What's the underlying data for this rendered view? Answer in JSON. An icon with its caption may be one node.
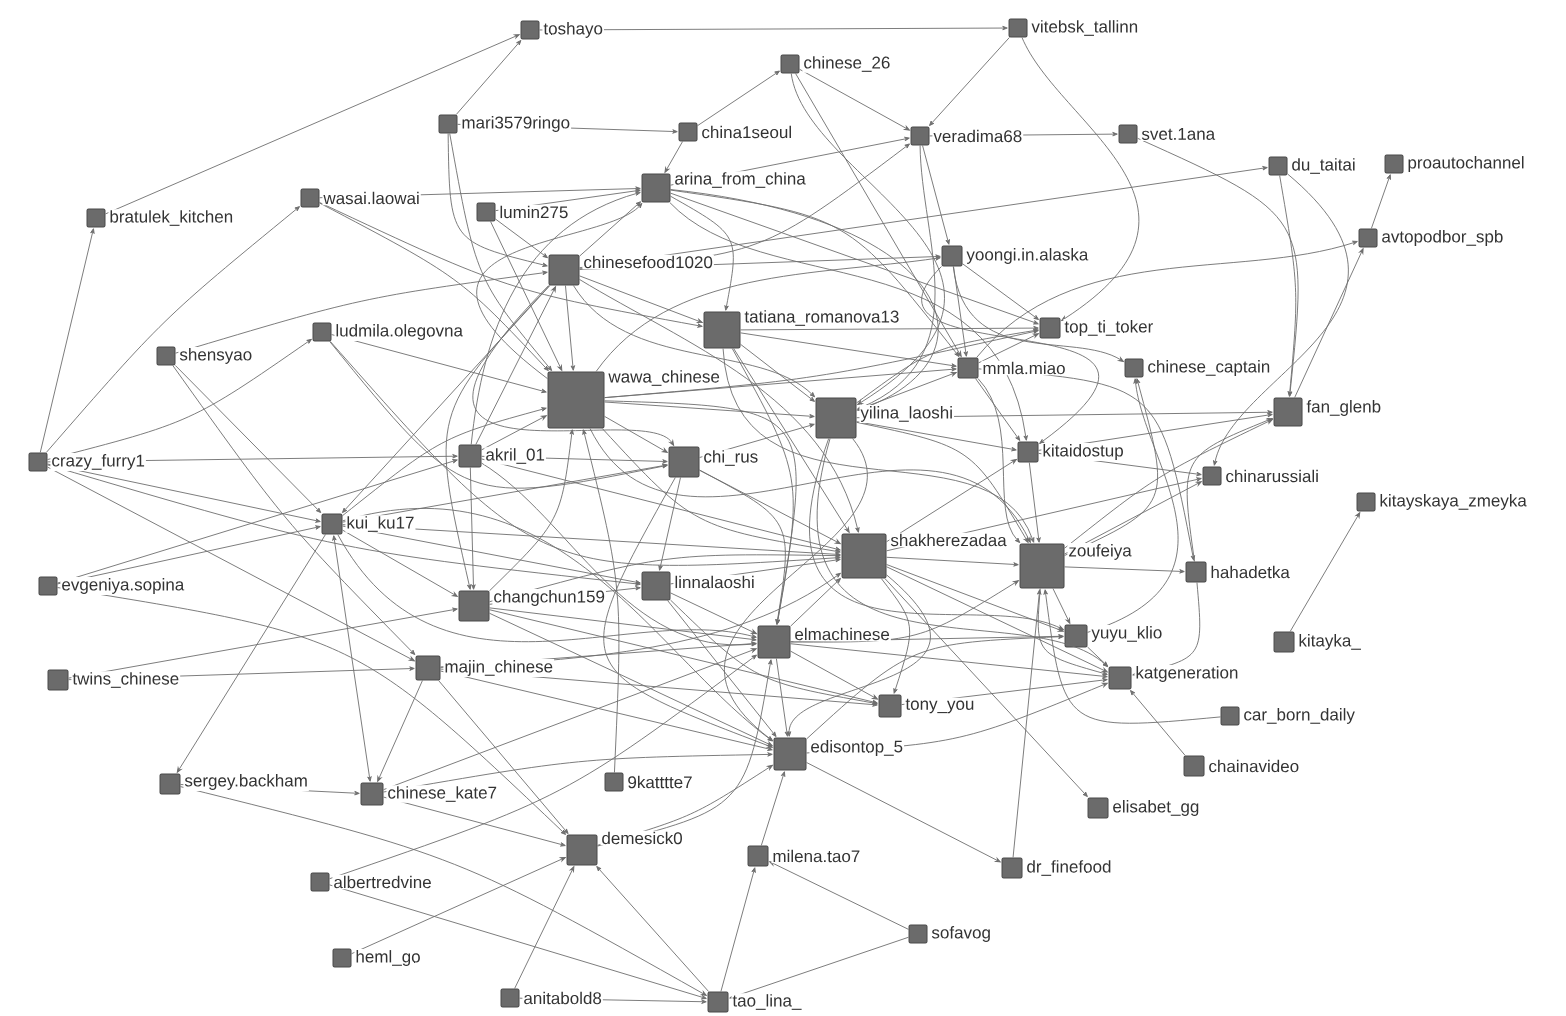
{
  "diagram": {
    "nodes": [
      {
        "text": [
          "toshayo"
        ]
      },
      {
        "text": [
          "vitebsk_tallinn"
        ]
      },
      {
        "text": [
          "chinese_26"
        ]
      },
      {
        "text": [
          "mari3579ringo"
        ]
      },
      {
        "text": [
          "china1seoul"
        ]
      },
      {
        "text": [
          "veradima68"
        ]
      },
      {
        "text": [
          "svet.1ana"
        ]
      },
      {
        "text": [
          "arina_from_china"
        ]
      },
      {
        "text": [
          "lumin275"
        ]
      },
      {
        "text": [
          "wasai.laowai"
        ]
      },
      {
        "text": [
          "bratulek_kitchen"
        ]
      },
      {
        "text": [
          "du_taitai"
        ]
      },
      {
        "text": [
          "proautochannel"
        ]
      },
      {
        "text": [
          "avtopodbor_spb"
        ]
      },
      {
        "text": [
          "yoongi.in.alaska"
        ]
      },
      {
        "text": [
          "chinesefood1020"
        ]
      },
      {
        "text": [
          "tatiana_romanova13"
        ]
      },
      {
        "text": [
          "ludmila.olegovna"
        ]
      },
      {
        "text": [
          "shensyao"
        ]
      },
      {
        "text": [
          "top_ti_toker"
        ]
      },
      {
        "text": [
          "mmla.miao"
        ]
      },
      {
        "text": [
          "chinese_captain"
        ]
      },
      {
        "text": [
          "wawa_chinese"
        ]
      },
      {
        "text": [
          "yilina_laoshi"
        ]
      },
      {
        "text": [
          "fan_glenb"
        ]
      },
      {
        "text": [
          "crazy_furry1"
        ]
      },
      {
        "text": [
          "akril_01"
        ]
      },
      {
        "text": [
          "chi_rus"
        ]
      },
      {
        "text": [
          "kitaidostup"
        ]
      },
      {
        "text": [
          "chinarussiali"
        ]
      },
      {
        "text": [
          "kitayskaya_zmeyka"
        ]
      },
      {
        "text": [
          "kui_ku17"
        ]
      },
      {
        "text": [
          "changchun159"
        ]
      },
      {
        "text": [
          "linnalaoshi"
        ]
      },
      {
        "text": [
          "shakherezadaa"
        ]
      },
      {
        "text": [
          "zoufeiya"
        ]
      },
      {
        "text": [
          "hahadetka"
        ]
      },
      {
        "text": [
          "evgeniya.sopina"
        ]
      },
      {
        "text": [
          "majin_chinese"
        ]
      },
      {
        "text": [
          "yuyu_klio"
        ]
      },
      {
        "text": [
          "kitayka_"
        ]
      },
      {
        "text": [
          "elmachinese"
        ]
      },
      {
        "text": [
          "twins_chinese"
        ]
      },
      {
        "text": [
          "katgeneration"
        ]
      },
      {
        "text": [
          "tony_you"
        ]
      },
      {
        "text": [
          "car_born_daily"
        ]
      },
      {
        "text": [
          "sergey.backham"
        ]
      },
      {
        "text": [
          "chinese_kate7"
        ]
      },
      {
        "text": [
          "edisontop_5"
        ]
      },
      {
        "text": [
          "9katttte7"
        ]
      },
      {
        "text": [
          "chainavideo"
        ]
      },
      {
        "text": [
          "elisabet_gg"
        ]
      },
      {
        "text": [
          "demesick0"
        ]
      },
      {
        "text": [
          "milena.tao7"
        ]
      },
      {
        "text": [
          "albertredvine"
        ]
      },
      {
        "text": [
          "dr_finefood"
        ]
      },
      {
        "text": [
          "sofavog"
        ]
      },
      {
        "text": [
          "heml_go"
        ]
      },
      {
        "text": [
          "anitabold8"
        ]
      },
      {
        "text": [
          "tao_lina_"
        ]
      }
    ],
    "edges": [
      {
        "from": 10,
        "to": 0,
        "arrow": "to"
      },
      {
        "from": 3,
        "to": 0,
        "arrow": "to"
      },
      {
        "from": 0,
        "to": 1,
        "arrow": "to"
      },
      {
        "from": 25,
        "to": 10,
        "arrow": "to"
      },
      {
        "from": 3,
        "to": 4,
        "arrow": "to"
      },
      {
        "from": 4,
        "to": 2,
        "arrow": "to"
      },
      {
        "from": 2,
        "to": 5,
        "arrow": "to"
      },
      {
        "from": 9,
        "to": 7,
        "arrow": "to"
      },
      {
        "from": 25,
        "to": 9,
        "arrow": "to"
      },
      {
        "from": 8,
        "to": 7,
        "arrow": "to"
      },
      {
        "from": 5,
        "to": 6,
        "arrow": "to"
      },
      {
        "from": 1,
        "to": 5,
        "arrow": "to"
      },
      {
        "from": 1,
        "to": 19,
        "arrow": "to"
      },
      {
        "from": 6,
        "to": 24,
        "arrow": "to"
      },
      {
        "from": 11,
        "to": 24,
        "arrow": "to"
      },
      {
        "from": 11,
        "to": 29,
        "arrow": "to"
      },
      {
        "from": 24,
        "to": 13,
        "arrow": "to"
      },
      {
        "from": 13,
        "to": 12,
        "arrow": "to"
      },
      {
        "from": 40,
        "to": 30,
        "arrow": "to"
      },
      {
        "from": 36,
        "to": 24,
        "arrow": "to"
      },
      {
        "from": 35,
        "to": 36,
        "arrow": "to"
      },
      {
        "from": 36,
        "to": 43,
        "arrow": "to"
      },
      {
        "from": 45,
        "to": 35,
        "arrow": "to"
      },
      {
        "from": 50,
        "to": 43,
        "arrow": "to"
      },
      {
        "from": 34,
        "to": 51,
        "arrow": "to"
      },
      {
        "from": 55,
        "to": 35,
        "arrow": "to"
      },
      {
        "from": 48,
        "to": 55,
        "arrow": "to"
      },
      {
        "from": 53,
        "to": 48,
        "arrow": "to"
      },
      {
        "from": 59,
        "to": 53,
        "arrow": "to"
      },
      {
        "from": 56,
        "to": 53,
        "arrow": "to"
      },
      {
        "from": 56,
        "to": 59,
        "arrow": "to"
      },
      {
        "from": 59,
        "to": 52,
        "arrow": "to"
      },
      {
        "from": 58,
        "to": 52,
        "arrow": "to"
      },
      {
        "from": 58,
        "to": 59,
        "arrow": "to"
      },
      {
        "from": 57,
        "to": 52,
        "arrow": "to"
      },
      {
        "from": 54,
        "to": 59,
        "arrow": "to"
      },
      {
        "from": 46,
        "to": 59,
        "arrow": "to"
      },
      {
        "from": 54,
        "to": 41,
        "arrow": "to"
      },
      {
        "from": 25,
        "to": 26,
        "arrow": "to"
      },
      {
        "from": 25,
        "to": 31,
        "arrow": "to"
      },
      {
        "from": 25,
        "to": 38,
        "arrow": "to"
      },
      {
        "from": 25,
        "to": 33,
        "arrow": "to"
      },
      {
        "from": 25,
        "to": 17,
        "arrow": "to"
      },
      {
        "from": 37,
        "to": 31,
        "arrow": "to"
      },
      {
        "from": 37,
        "to": 26,
        "arrow": "to"
      },
      {
        "from": 37,
        "to": 52,
        "arrow": "to"
      },
      {
        "from": 42,
        "to": 38,
        "arrow": "to"
      },
      {
        "from": 42,
        "to": 32,
        "arrow": "to"
      },
      {
        "from": 31,
        "to": 46,
        "arrow": "to"
      },
      {
        "from": 47,
        "to": 31,
        "arrow": "both"
      },
      {
        "from": 38,
        "to": 47,
        "arrow": "to"
      },
      {
        "from": 46,
        "to": 47,
        "arrow": "to"
      },
      {
        "from": 38,
        "to": 52,
        "arrow": "to"
      },
      {
        "from": 47,
        "to": 52,
        "arrow": "to"
      },
      {
        "from": 47,
        "to": 48,
        "arrow": "to"
      },
      {
        "from": 47,
        "to": 41,
        "arrow": "to"
      },
      {
        "from": 18,
        "to": 31,
        "arrow": "to"
      },
      {
        "from": 18,
        "to": 38,
        "arrow": "to"
      },
      {
        "from": 18,
        "to": 15,
        "arrow": "to"
      },
      {
        "from": 17,
        "to": 22,
        "arrow": "to"
      },
      {
        "from": 17,
        "to": 34,
        "arrow": "to"
      },
      {
        "from": 17,
        "to": 27,
        "arrow": "to"
      },
      {
        "from": 9,
        "to": 16,
        "arrow": "to"
      },
      {
        "from": 9,
        "to": 22,
        "arrow": "to"
      },
      {
        "from": 3,
        "to": 15,
        "arrow": "to"
      },
      {
        "from": 3,
        "to": 22,
        "arrow": "to"
      },
      {
        "from": 8,
        "to": 22,
        "arrow": "to"
      },
      {
        "from": 8,
        "to": 15,
        "arrow": "to"
      },
      {
        "from": 15,
        "to": 22,
        "arrow": "to"
      },
      {
        "from": 26,
        "to": 22,
        "arrow": "to"
      },
      {
        "from": 31,
        "to": 22,
        "arrow": "to"
      },
      {
        "from": 32,
        "to": 22,
        "arrow": "to"
      },
      {
        "from": 49,
        "to": 22,
        "arrow": "to"
      },
      {
        "from": 22,
        "to": 7,
        "arrow": "to"
      },
      {
        "from": 22,
        "to": 14,
        "arrow": "to"
      },
      {
        "from": 22,
        "to": 23,
        "arrow": "to"
      },
      {
        "from": 22,
        "to": 34,
        "arrow": "to"
      },
      {
        "from": 22,
        "to": 35,
        "arrow": "to"
      },
      {
        "from": 22,
        "to": 27,
        "arrow": "to"
      },
      {
        "from": 22,
        "to": 41,
        "arrow": "to"
      },
      {
        "from": 22,
        "to": 19,
        "arrow": "to"
      },
      {
        "from": 22,
        "to": 20,
        "arrow": "to"
      },
      {
        "from": 15,
        "to": 7,
        "arrow": "to"
      },
      {
        "from": 15,
        "to": 5,
        "arrow": "to"
      },
      {
        "from": 15,
        "to": 14,
        "arrow": "to"
      },
      {
        "from": 15,
        "to": 16,
        "arrow": "to"
      },
      {
        "from": 15,
        "to": 23,
        "arrow": "to"
      },
      {
        "from": 15,
        "to": 34,
        "arrow": "to"
      },
      {
        "from": 15,
        "to": 27,
        "arrow": "to"
      },
      {
        "from": 15,
        "to": 31,
        "arrow": "to"
      },
      {
        "from": 15,
        "to": 32,
        "arrow": "to"
      },
      {
        "from": 26,
        "to": 15,
        "arrow": "to"
      },
      {
        "from": 15,
        "to": 11,
        "arrow": "to"
      },
      {
        "from": 7,
        "to": 5,
        "arrow": "to"
      },
      {
        "from": 7,
        "to": 23,
        "arrow": "to"
      },
      {
        "from": 7,
        "to": 20,
        "arrow": "to"
      },
      {
        "from": 7,
        "to": 28,
        "arrow": "to"
      },
      {
        "from": 7,
        "to": 16,
        "arrow": "to"
      },
      {
        "from": 4,
        "to": 7,
        "arrow": "to"
      },
      {
        "from": 26,
        "to": 7,
        "arrow": "to"
      },
      {
        "from": 7,
        "to": 19,
        "arrow": "to"
      },
      {
        "from": 16,
        "to": 19,
        "arrow": "to"
      },
      {
        "from": 16,
        "to": 23,
        "arrow": "to"
      },
      {
        "from": 16,
        "to": 34,
        "arrow": "to"
      },
      {
        "from": 16,
        "to": 35,
        "arrow": "to"
      },
      {
        "from": 16,
        "to": 20,
        "arrow": "to"
      },
      {
        "from": 16,
        "to": 41,
        "arrow": "to"
      },
      {
        "from": 23,
        "to": 24,
        "arrow": "to"
      },
      {
        "from": 23,
        "to": 19,
        "arrow": "to"
      },
      {
        "from": 23,
        "to": 20,
        "arrow": "to"
      },
      {
        "from": 23,
        "to": 28,
        "arrow": "to"
      },
      {
        "from": 23,
        "to": 35,
        "arrow": "to"
      },
      {
        "from": 23,
        "to": 43,
        "arrow": "to"
      },
      {
        "from": 2,
        "to": 23,
        "arrow": "to"
      },
      {
        "from": 5,
        "to": 23,
        "arrow": "to"
      },
      {
        "from": 23,
        "to": 39,
        "arrow": "to"
      },
      {
        "from": 23,
        "to": 48,
        "arrow": "to"
      },
      {
        "from": 14,
        "to": 19,
        "arrow": "to"
      },
      {
        "from": 14,
        "to": 21,
        "arrow": "to"
      },
      {
        "from": 14,
        "to": 20,
        "arrow": "to"
      },
      {
        "from": 5,
        "to": 14,
        "arrow": "to"
      },
      {
        "from": 14,
        "to": 28,
        "arrow": "to"
      },
      {
        "from": 20,
        "to": 19,
        "arrow": "to"
      },
      {
        "from": 20,
        "to": 36,
        "arrow": "to"
      },
      {
        "from": 20,
        "to": 13,
        "arrow": "to"
      },
      {
        "from": 20,
        "to": 28,
        "arrow": "to"
      },
      {
        "from": 20,
        "to": 35,
        "arrow": "to"
      },
      {
        "from": 2,
        "to": 20,
        "arrow": "to"
      },
      {
        "from": 27,
        "to": 23,
        "arrow": "to"
      },
      {
        "from": 27,
        "to": 34,
        "arrow": "to"
      },
      {
        "from": 27,
        "to": 41,
        "arrow": "to"
      },
      {
        "from": 27,
        "to": 48,
        "arrow": "to"
      },
      {
        "from": 27,
        "to": 33,
        "arrow": "to"
      },
      {
        "from": 26,
        "to": 27,
        "arrow": "to"
      },
      {
        "from": 31,
        "to": 27,
        "arrow": "to"
      },
      {
        "from": 26,
        "to": 32,
        "arrow": "to"
      },
      {
        "from": 26,
        "to": 41,
        "arrow": "to"
      },
      {
        "from": 26,
        "to": 34,
        "arrow": "to"
      },
      {
        "from": 31,
        "to": 32,
        "arrow": "to"
      },
      {
        "from": 31,
        "to": 33,
        "arrow": "to"
      },
      {
        "from": 31,
        "to": 41,
        "arrow": "to"
      },
      {
        "from": 31,
        "to": 34,
        "arrow": "to"
      },
      {
        "from": 31,
        "to": 48,
        "arrow": "to"
      },
      {
        "from": 32,
        "to": 33,
        "arrow": "to"
      },
      {
        "from": 32,
        "to": 41,
        "arrow": "to"
      },
      {
        "from": 32,
        "to": 48,
        "arrow": "to"
      },
      {
        "from": 32,
        "to": 44,
        "arrow": "to"
      },
      {
        "from": 32,
        "to": 34,
        "arrow": "to"
      },
      {
        "from": 33,
        "to": 34,
        "arrow": "to"
      },
      {
        "from": 33,
        "to": 41,
        "arrow": "to"
      },
      {
        "from": 33,
        "to": 44,
        "arrow": "to"
      },
      {
        "from": 33,
        "to": 48,
        "arrow": "to"
      },
      {
        "from": 34,
        "to": 35,
        "arrow": "to"
      },
      {
        "from": 34,
        "to": 29,
        "arrow": "to"
      },
      {
        "from": 34,
        "to": 44,
        "arrow": "to"
      },
      {
        "from": 34,
        "to": 39,
        "arrow": "to"
      },
      {
        "from": 34,
        "to": 43,
        "arrow": "to"
      },
      {
        "from": 34,
        "to": 48,
        "arrow": "to"
      },
      {
        "from": 34,
        "to": 28,
        "arrow": "to"
      },
      {
        "from": 35,
        "to": 21,
        "arrow": "to"
      },
      {
        "from": 35,
        "to": 39,
        "arrow": "to"
      },
      {
        "from": 35,
        "to": 43,
        "arrow": "to"
      },
      {
        "from": 35,
        "to": 24,
        "arrow": "to"
      },
      {
        "from": 35,
        "to": 29,
        "arrow": "to"
      },
      {
        "from": 28,
        "to": 35,
        "arrow": "to"
      },
      {
        "from": 41,
        "to": 48,
        "arrow": "to"
      },
      {
        "from": 41,
        "to": 44,
        "arrow": "to"
      },
      {
        "from": 41,
        "to": 34,
        "arrow": "to"
      },
      {
        "from": 41,
        "to": 35,
        "arrow": "to"
      },
      {
        "from": 41,
        "to": 43,
        "arrow": "to"
      },
      {
        "from": 41,
        "to": 39,
        "arrow": "to"
      },
      {
        "from": 38,
        "to": 41,
        "arrow": "to"
      },
      {
        "from": 38,
        "to": 34,
        "arrow": "to"
      },
      {
        "from": 38,
        "to": 48,
        "arrow": "to"
      },
      {
        "from": 38,
        "to": 44,
        "arrow": "to"
      },
      {
        "from": 48,
        "to": 43,
        "arrow": "to"
      },
      {
        "from": 48,
        "to": 39,
        "arrow": "to"
      },
      {
        "from": 28,
        "to": 29,
        "arrow": "to"
      },
      {
        "from": 28,
        "to": 24,
        "arrow": "to"
      },
      {
        "from": 39,
        "to": 21,
        "arrow": "to"
      },
      {
        "from": 39,
        "to": 43,
        "arrow": "to"
      },
      {
        "from": 52,
        "to": 48,
        "arrow": "to"
      },
      {
        "from": 52,
        "to": 41,
        "arrow": "to"
      },
      {
        "from": 44,
        "to": 43,
        "arrow": "to"
      }
    ]
  }
}
